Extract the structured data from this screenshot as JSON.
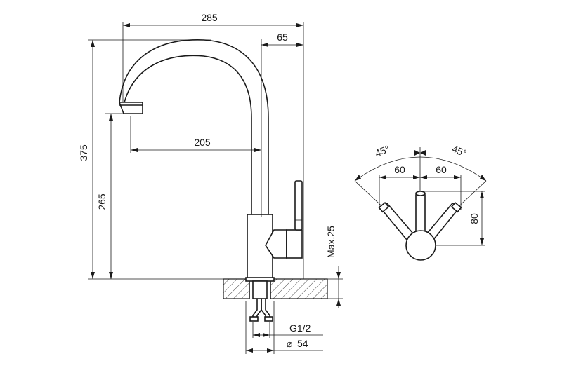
{
  "dimensions": {
    "width_total": "285",
    "spout_offset": "65",
    "height_total": "375",
    "spout_height": "265",
    "spout_reach": "205",
    "counter_thickness": "Max.25",
    "thread": "G1/2",
    "base_diameter": "54",
    "diameter_symbol": "⌀",
    "handle_angle_left": "45°",
    "handle_angle_right": "45°",
    "handle_offset_left": "60",
    "handle_offset_right": "60",
    "handle_height": "80"
  }
}
